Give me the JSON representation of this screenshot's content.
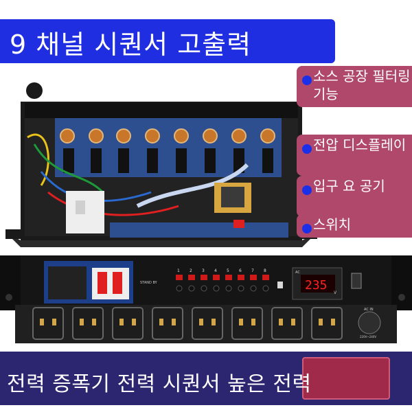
{
  "title": "9 채널 시퀀서 고출력",
  "features": [
    {
      "text": "소스 공장 필터링 기능"
    },
    {
      "text": "전압 디스플레이"
    },
    {
      "text": "입구 요 공기"
    },
    {
      "text": "스위치"
    }
  ],
  "bottom_caption": "전력 증폭기 전력 시퀀서 높은 전력",
  "device": {
    "display_value": "235",
    "display_unit": "V",
    "standby_label": "STAND BY",
    "channel_numbers": [
      "1",
      "2",
      "3",
      "4",
      "5",
      "6",
      "7",
      "8"
    ],
    "ac_label": "AC",
    "ac_in_label": "AC IN",
    "voltage_rating": "220V~240V"
  },
  "colors": {
    "title_bg": "#1e2ee0",
    "feature_bg": "#b0486c",
    "feature_dot": "#1c2fe8",
    "bottom_bg": "#2c2670",
    "display_red": "#ff2020"
  }
}
